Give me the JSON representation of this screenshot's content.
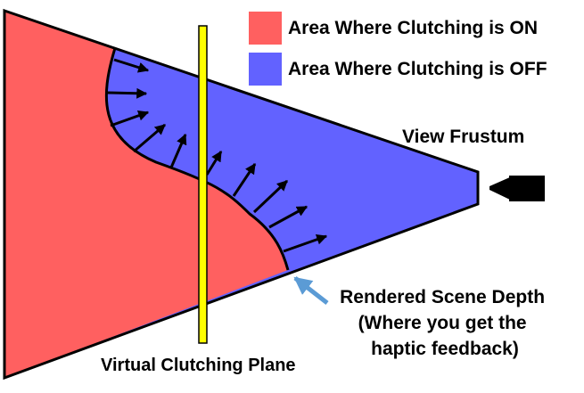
{
  "legend": {
    "items": [
      {
        "label": "Area Where Clutching is ON",
        "color": "#ff6060"
      },
      {
        "label": "Area Where Clutching is OFF",
        "color": "#6262ff"
      }
    ]
  },
  "labels": {
    "view_frustum": "View Frustum",
    "virtual_plane": "Virtual Clutching Plane",
    "scene_depth": [
      "Rendered Scene Depth",
      "(Where you get the",
      "haptic feedback)"
    ]
  },
  "colors": {
    "clutch_on": "#ff6060",
    "clutch_off": "#6262ff",
    "plane": "#ffff00",
    "outline": "#000000",
    "pointer_arrow": "#5b9bd5",
    "camera": "#000000"
  },
  "icons": {
    "camera": "video-camera-icon",
    "pointer": "arrow-pointer-icon"
  }
}
